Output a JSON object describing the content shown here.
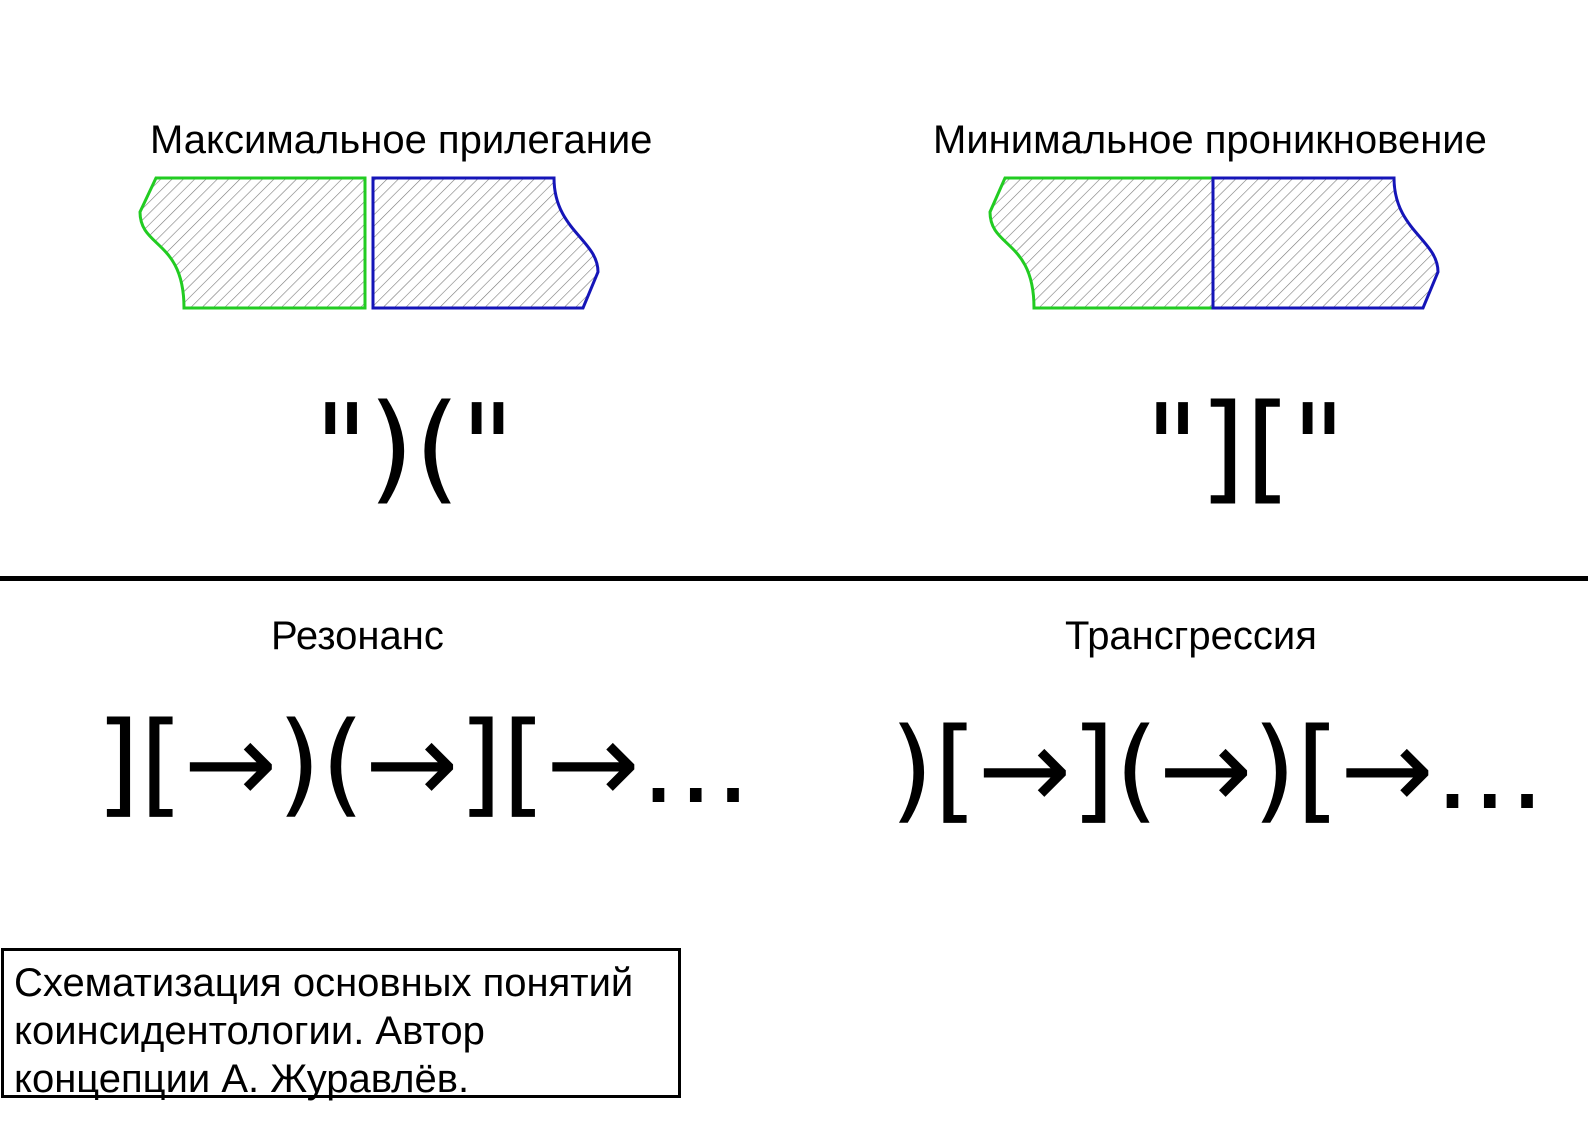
{
  "diagram": {
    "top_left": {
      "title": "Максимальное прилегание",
      "symbol": "\")(\""
    },
    "top_right": {
      "title": "Минимальное проникновение",
      "symbol": "\"][\""
    },
    "bottom_left": {
      "title": "Резонанс",
      "sequence": "][→)(→][→…"
    },
    "bottom_right": {
      "title": "Трансгрессия",
      "sequence": ")[→](→)[→…"
    },
    "caption": "Схематизация основных понятий коинсидентологии. Автор концепции А. Журавлёв.",
    "colors": {
      "green": "#22cc22",
      "blue": "#1515b8",
      "hatch": "#7a7a7a",
      "line": "#000000"
    }
  }
}
